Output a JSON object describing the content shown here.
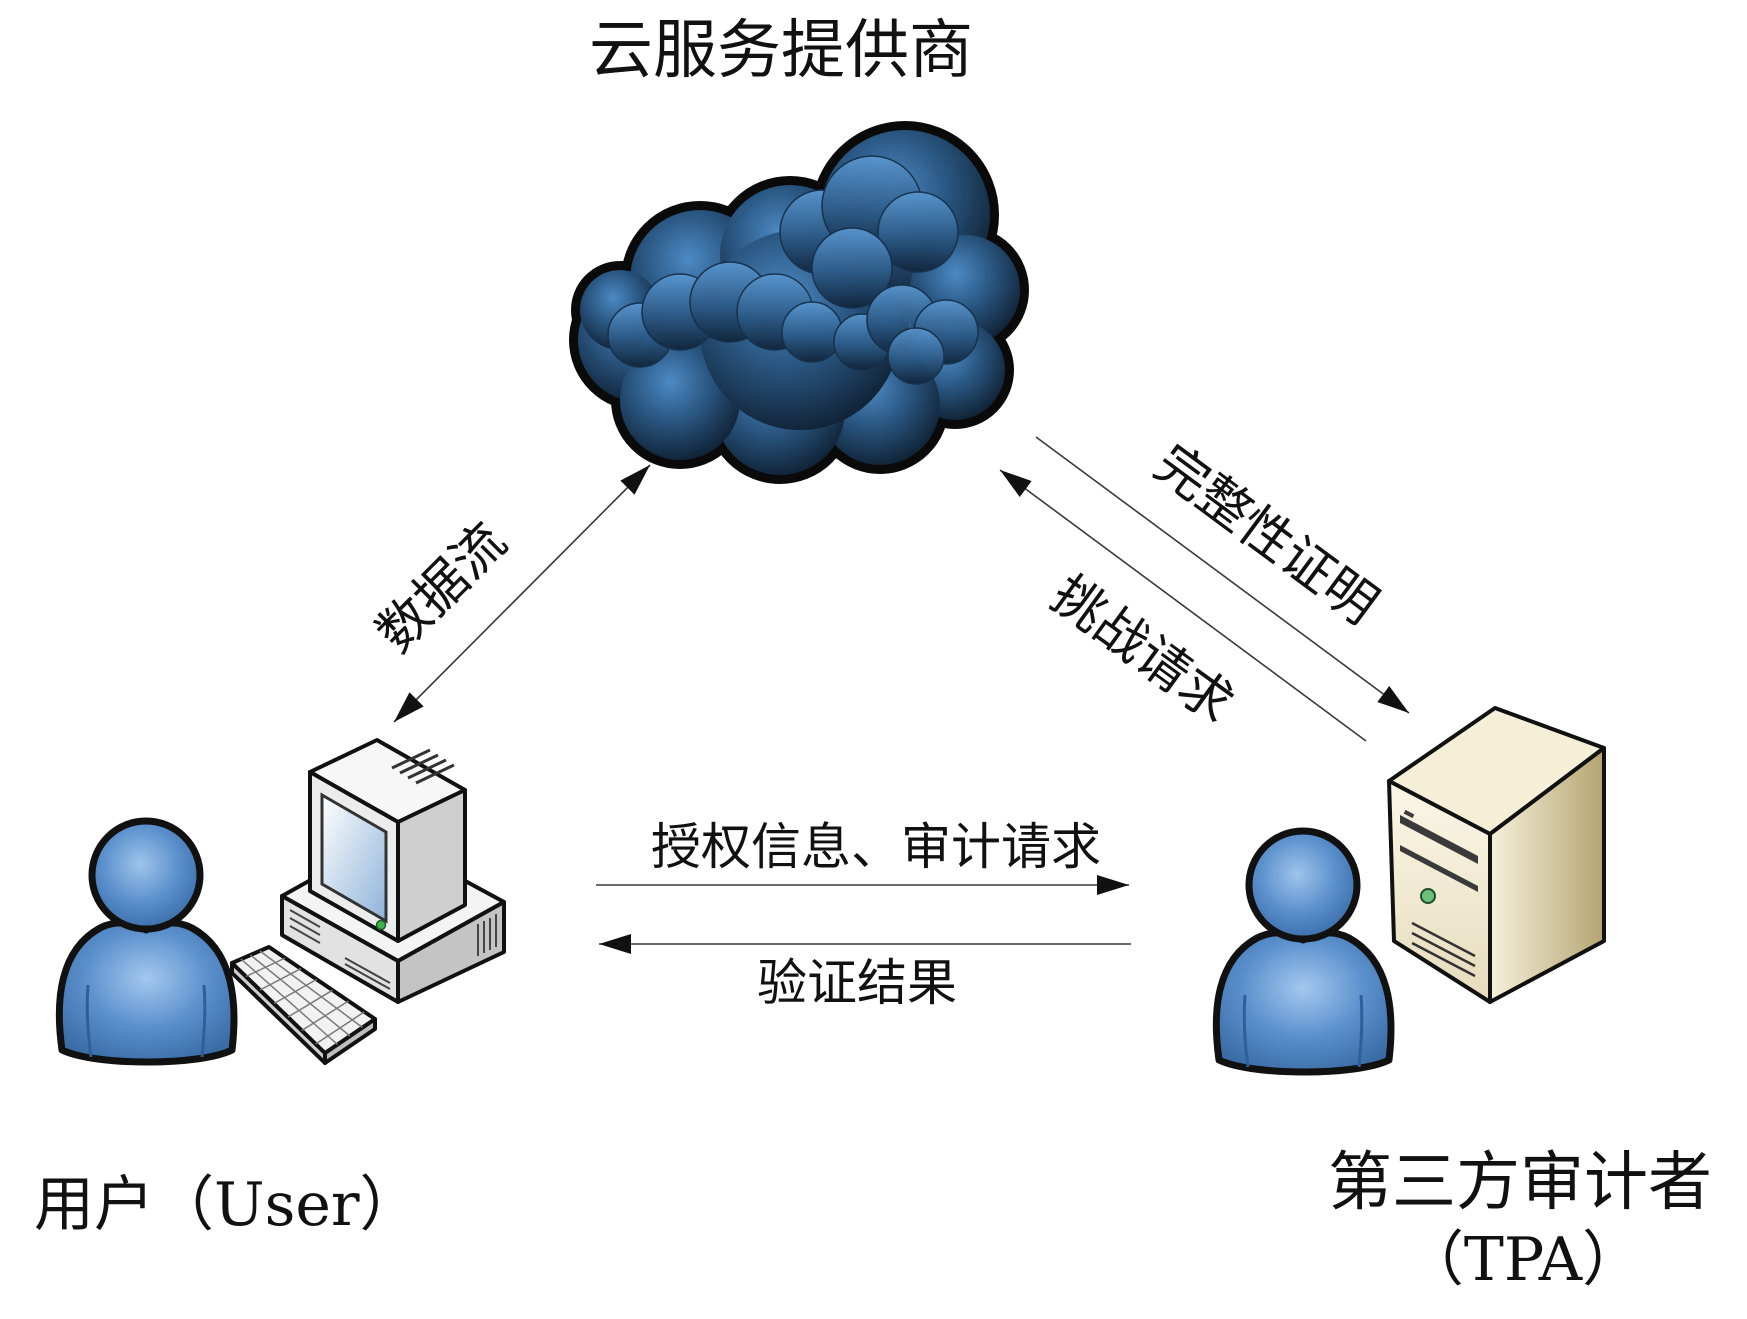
{
  "title": "云服务提供商",
  "nodes": {
    "cloud": {
      "icon": "cloud-icon"
    },
    "user": {
      "label": "用户（User）",
      "icons": [
        "person-icon",
        "desktop-computer-icon",
        "keyboard-icon"
      ]
    },
    "tpa": {
      "label_line1": "第三方审计者",
      "label_line2": "（TPA）",
      "icons": [
        "person-icon",
        "server-icon"
      ]
    }
  },
  "edges": {
    "data_flow": "数据流",
    "integrity_proof": "完整性证明",
    "challenge_request": "挑战请求",
    "auth_audit_request": "授权信息、审计请求",
    "verification_result": "验证结果"
  },
  "colors": {
    "person": "#4f86c6",
    "cloud_light": "#4d8ac4",
    "cloud_dark": "#0e1e30",
    "server": "#f2ead2",
    "computer": "#e6e6e6",
    "text": "#111111"
  }
}
